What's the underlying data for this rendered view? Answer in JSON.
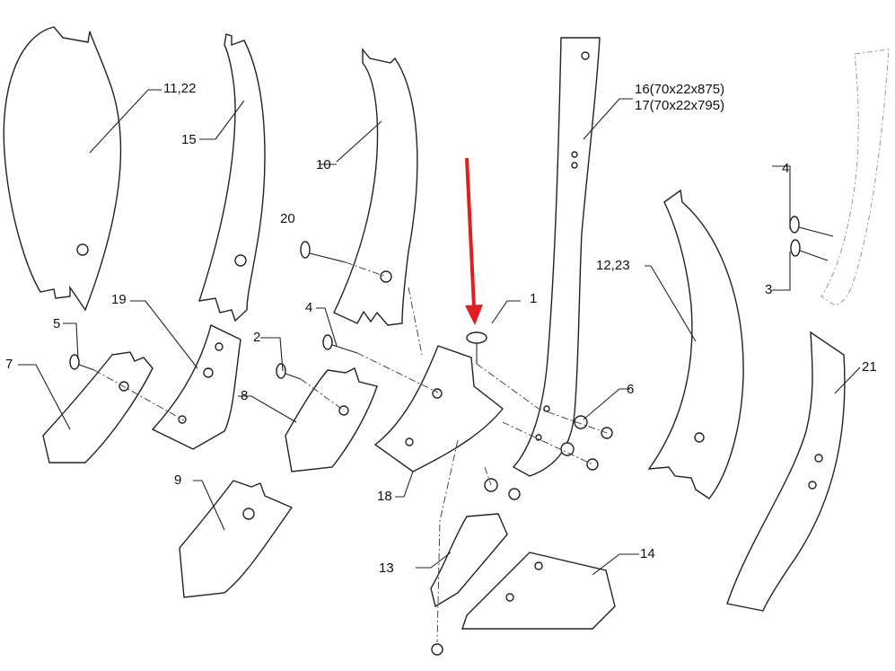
{
  "labels": {
    "p11_22": "11,22",
    "p15": "15",
    "p10": "10",
    "p20": "20",
    "p16": "16(70x22x875)",
    "p17": "17(70x22x795)",
    "p4_right": "4",
    "p3": "3",
    "p12_23": "12,23",
    "p1": "1",
    "p19": "19",
    "p5": "5",
    "p7": "7",
    "p2": "2",
    "p4_mid": "4",
    "p8": "8",
    "p6": "6",
    "p21": "21",
    "p18": "18",
    "p9": "9",
    "p13": "13",
    "p14": "14"
  },
  "colors": {
    "highlight_arrow": "#e02020",
    "line": "#222222"
  }
}
